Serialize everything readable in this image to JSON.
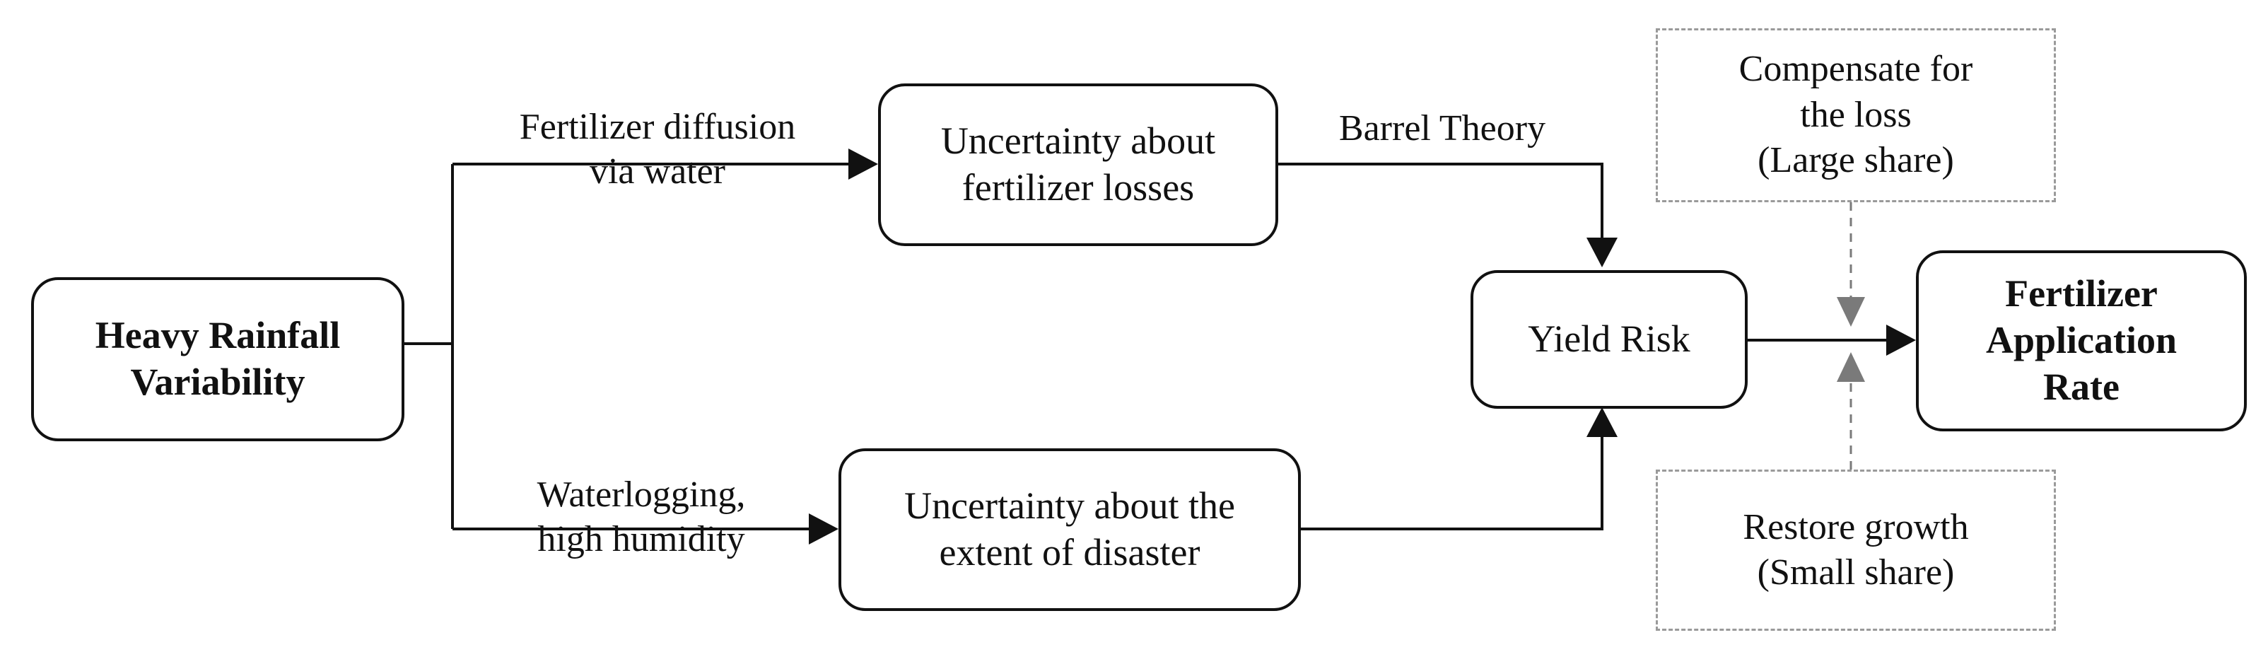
{
  "nodes": {
    "heavy_rainfall": {
      "lines": [
        "Heavy Rainfall",
        "Variability"
      ]
    },
    "uncertainty_losses": {
      "lines": [
        "Uncertainty about",
        "fertilizer losses"
      ]
    },
    "uncertainty_disaster": {
      "lines": [
        "Uncertainty about the",
        "extent of disaster"
      ]
    },
    "yield_risk": {
      "lines": [
        "Yield Risk"
      ]
    },
    "fertilizer_rate": {
      "lines": [
        "Fertilizer",
        "Application",
        "Rate"
      ]
    }
  },
  "edge_labels": {
    "diffusion": {
      "lines": [
        "Fertilizer diffusion",
        "via water"
      ]
    },
    "waterlogging": {
      "lines": [
        "Waterlogging,",
        "high humidity"
      ]
    },
    "barrel": {
      "lines": [
        "Barrel Theory"
      ]
    }
  },
  "notes": {
    "compensate": {
      "lines": [
        "Compensate for",
        "the loss",
        "(Large share)"
      ]
    },
    "restore": {
      "lines": [
        "Restore growth",
        "(Small share)"
      ]
    }
  },
  "colors": {
    "line": "#111111",
    "dashed_border": "#9a9a9a",
    "influence_arrow": "#7a7a7a"
  }
}
